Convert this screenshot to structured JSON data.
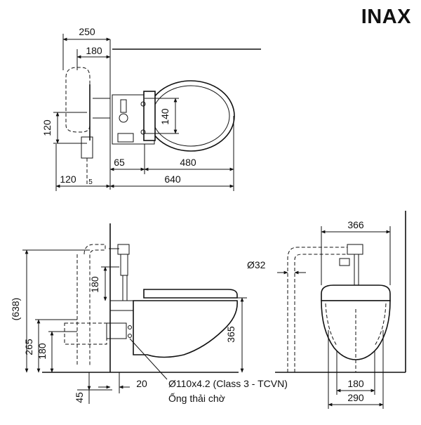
{
  "brand": "INAX",
  "top_view": {
    "dims": {
      "d250": "250",
      "d180": "180",
      "d120_side": "120",
      "d140": "140",
      "d65": "65",
      "d480": "480",
      "d120_bottom": "120",
      "d5": "5",
      "d640": "640"
    }
  },
  "side_view": {
    "dims": {
      "d638": "(638)",
      "d265": "265",
      "d180_low": "180",
      "d180_up": "180",
      "d365": "365",
      "d45": "45",
      "d20": "20"
    },
    "pipe_spec": "Ø110x4.2 (Class 3 - TCVN)",
    "pipe_name": "Ống thải chờ"
  },
  "front_view": {
    "dims": {
      "d366": "366",
      "d32": "Ø32",
      "d180": "180",
      "d290": "290"
    }
  }
}
